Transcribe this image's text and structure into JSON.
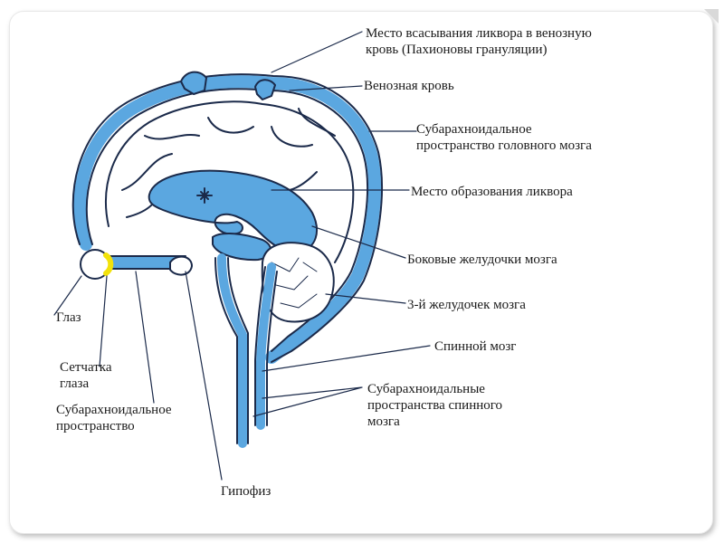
{
  "colors": {
    "csf": "#5ba7e0",
    "outline": "#1b2a4a",
    "accent": "#f2e20a"
  },
  "labels": {
    "csf_absorption_line1": "Место всасывания ликвора в венозную",
    "csf_absorption_line2": "кровь (Пахионовы грануляции)",
    "venous_blood": "Венозная кровь",
    "subarachnoid_brain_line1": "Субарахноидальное",
    "subarachnoid_brain_line2": "пространство головного мозга",
    "csf_formation": "Место образования ликвора",
    "lateral_ventricles": "Боковые желудочки мозга",
    "third_ventricle": "3-й желудочек мозга",
    "spinal_cord": "Спинной мозг",
    "subarachnoid_spinal_line1": "Субарахноидальные",
    "subarachnoid_spinal_line2": "пространства спинного",
    "subarachnoid_spinal_line3": "мозга",
    "eye": "Глаз",
    "retina_line1": "Сетчатка",
    "retina_line2": "глаза",
    "subarachnoid_space_line1": "Субарахноидальное",
    "subarachnoid_space_line2": "пространство",
    "pituitary": "Гипофиз"
  }
}
